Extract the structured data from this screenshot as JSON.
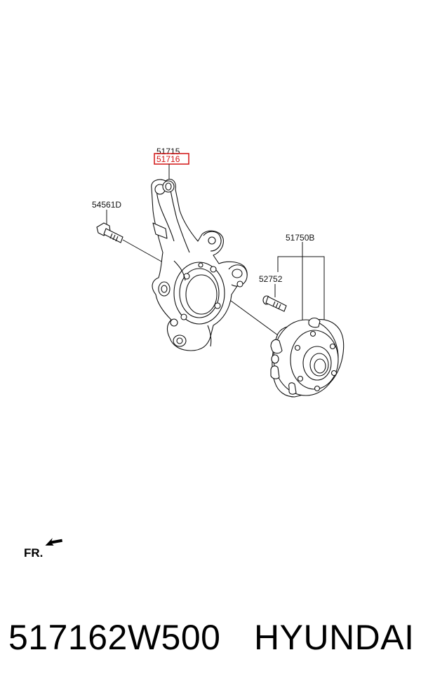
{
  "diagram": {
    "callouts": {
      "knuckle_upper": "51715",
      "knuckle_selected": "51716",
      "bolt": "54561D",
      "hub_assembly": "51750B",
      "hub_bolt": "52752"
    },
    "direction_label": "FR.",
    "highlight_color": "#d21414",
    "line_color": "#111111"
  },
  "footer": {
    "part_number": "517162W500",
    "brand": "HYUNDAI"
  }
}
